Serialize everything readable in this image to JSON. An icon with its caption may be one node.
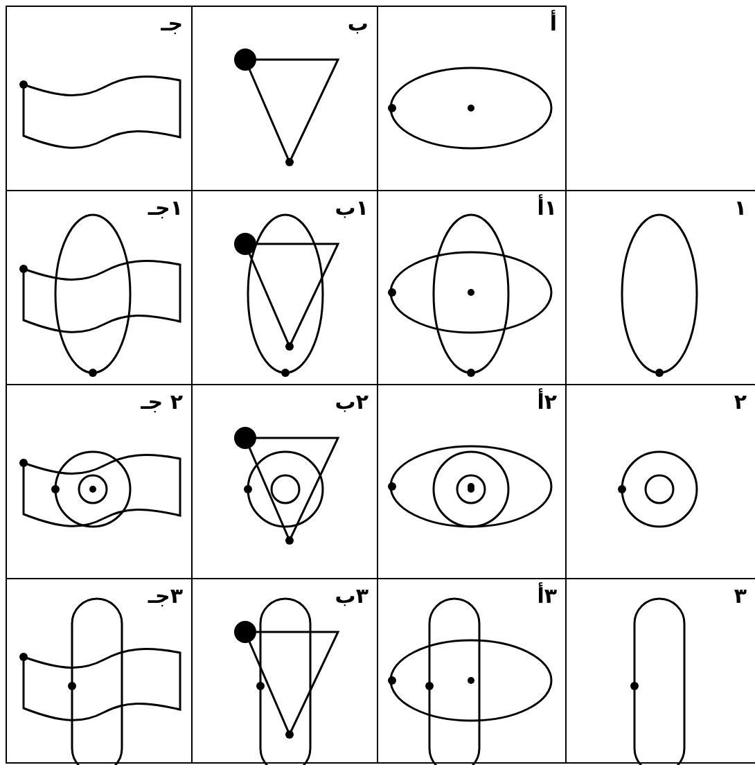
{
  "diagram": {
    "labels": [
      "أ",
      "ب",
      "جـ",
      "١",
      "١أ",
      "١ب",
      "١جـ",
      "٢",
      "٢أ",
      "٢ب",
      "٢ جـ",
      "٣",
      "٣أ",
      "٣ب",
      "٣جـ"
    ]
  }
}
